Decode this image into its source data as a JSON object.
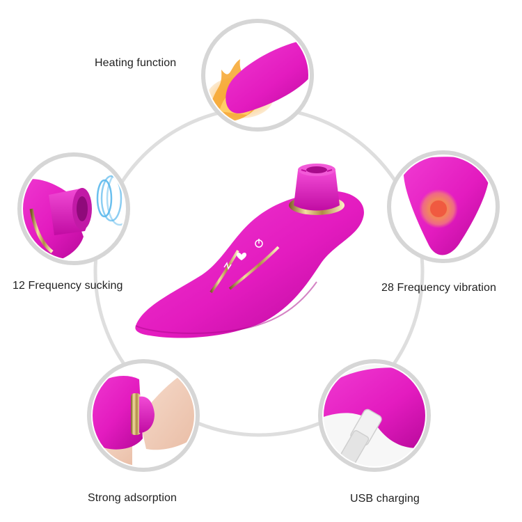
{
  "features": [
    {
      "id": "heating",
      "label": "Heating function"
    },
    {
      "id": "sucking",
      "label": "12 Frequency sucking"
    },
    {
      "id": "vibration",
      "label": "28 Frequency vibration"
    },
    {
      "id": "adsorption",
      "label": "Strong adsorption"
    },
    {
      "id": "usb",
      "label": "USB charging"
    }
  ],
  "colors": {
    "product": "#e81cc4",
    "product_dark": "#b80a98",
    "gold": "#c9a25a",
    "ring": "#d9d9d9",
    "heat": "#f5a430",
    "vibration_core": "#f4704f",
    "wave": "#5ab8ec"
  },
  "icons": [
    "power-icon",
    "heart-icon",
    "vibrate-icon",
    "usb-plug-icon",
    "heat-flame-icon",
    "wave-ripple-icon"
  ]
}
